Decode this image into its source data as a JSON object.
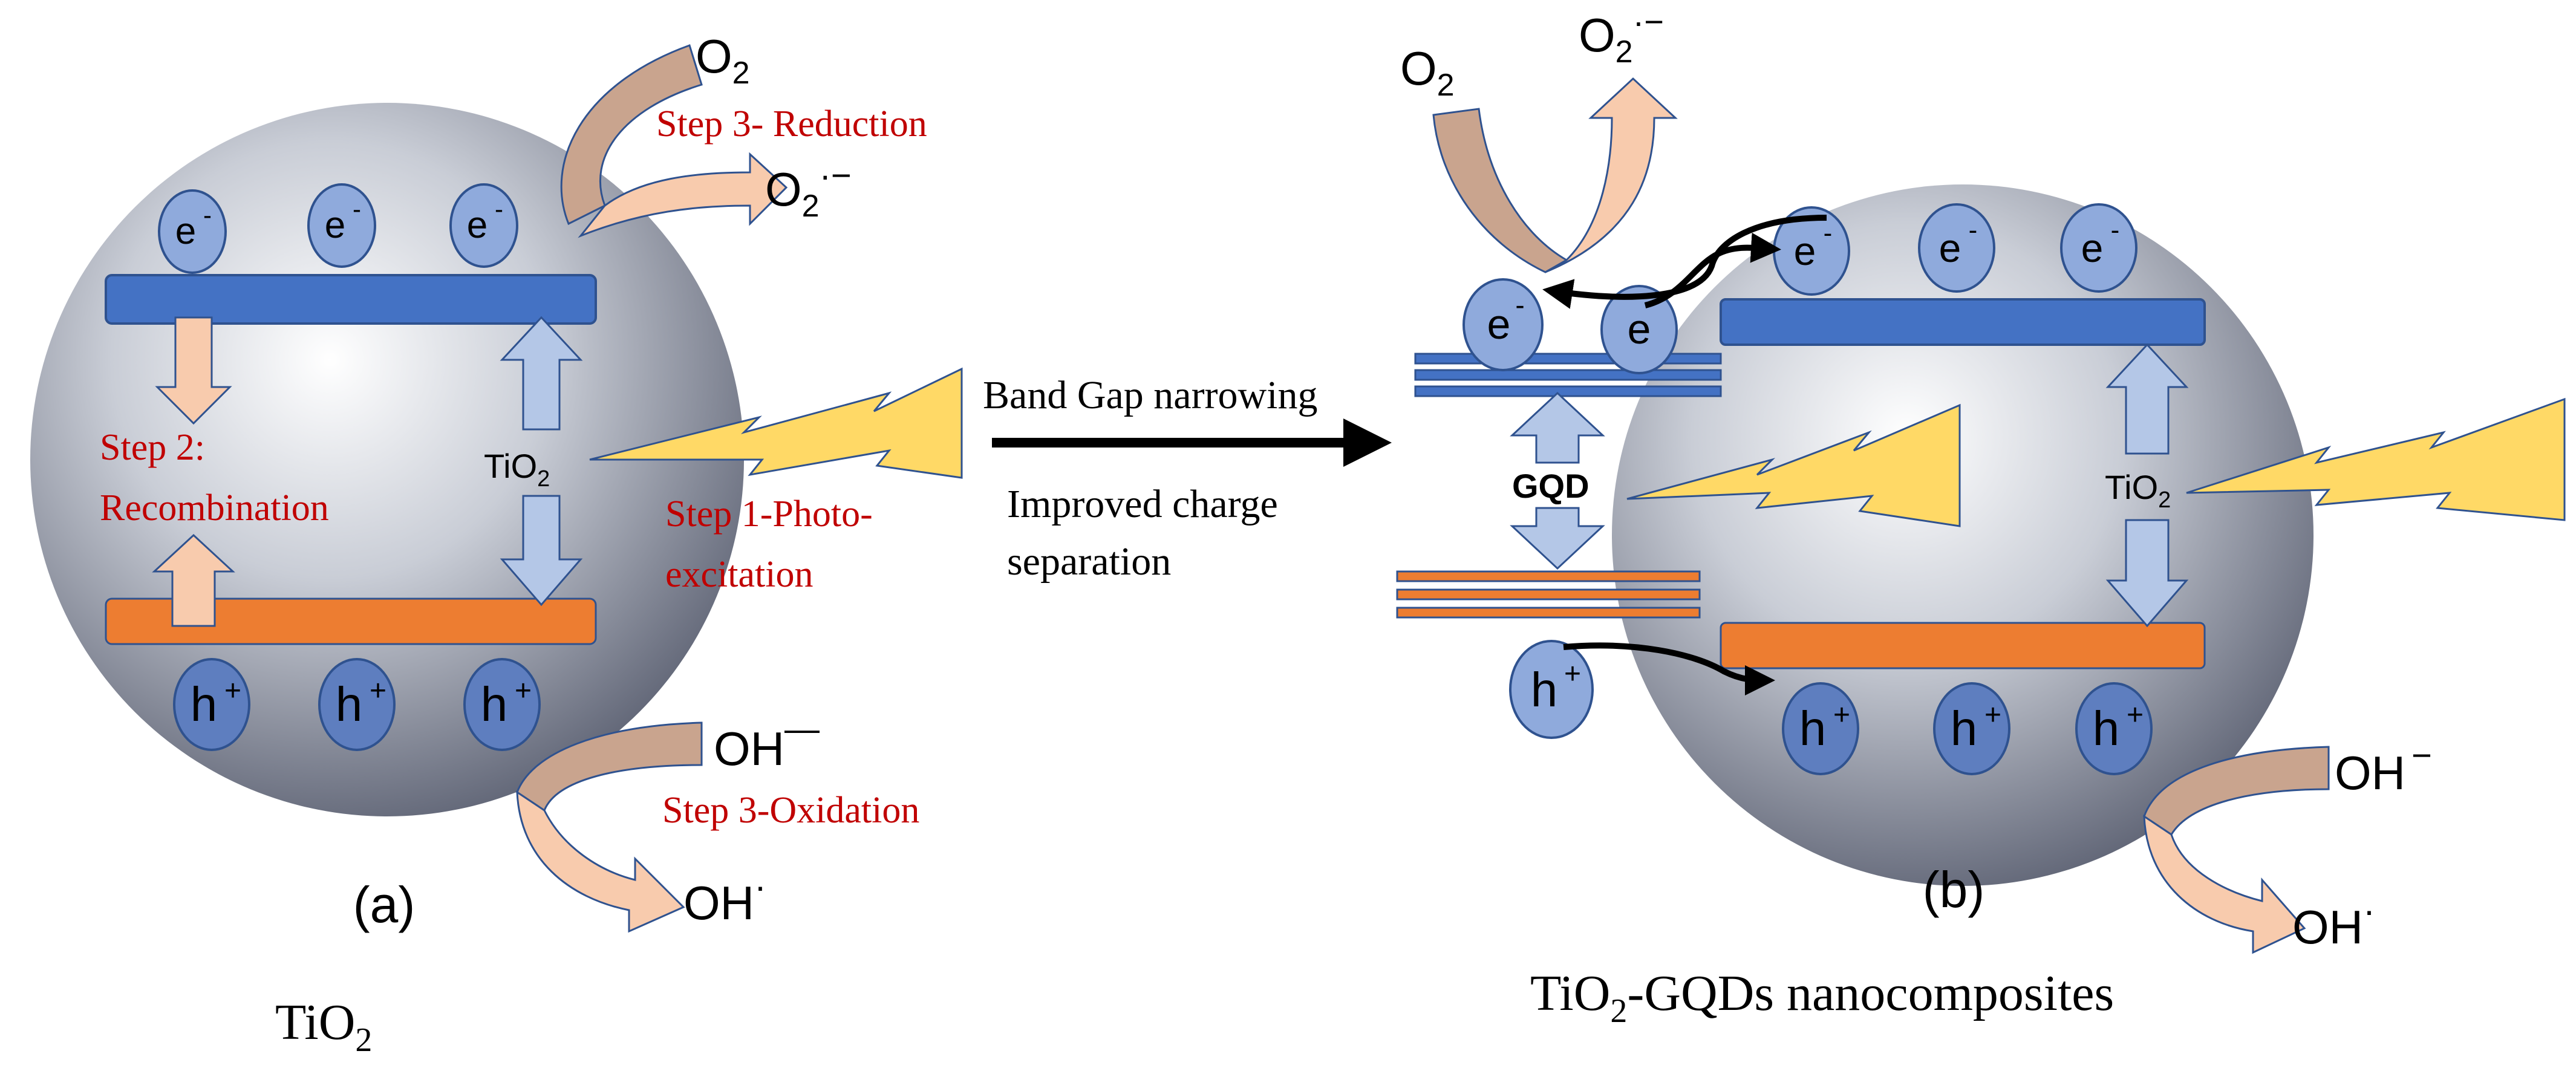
{
  "colors": {
    "cb": "#4472C4",
    "vb": "#ED7D31",
    "electron_fill": "#8FAADC",
    "hole_fill": "#5E7EBF",
    "particle_stroke": "#2F528F",
    "arrow_peach": "#F8CBAD",
    "arrow_tan": "#C9A48E",
    "arrow_blue": "#B4C7E7",
    "lightning": "#FFD966",
    "step_text": "#C00000",
    "sphere_light": "#FFFFFF",
    "sphere_mid": "#C9CDD6",
    "sphere_dark": "#5E6374"
  },
  "left_panel": {
    "electrons": [
      "e",
      "e",
      "e"
    ],
    "electron_sup": "-",
    "holes": [
      "h",
      "h",
      "h"
    ],
    "hole_sup": "+",
    "material": {
      "main": "TiO",
      "sub": "2"
    },
    "reduction": {
      "reactant": {
        "main": "O",
        "sub": "2"
      },
      "product": {
        "main": "O",
        "sub": "2",
        "sup": "·−"
      },
      "label": "Step 3- Reduction"
    },
    "recombination": {
      "line1": "Step 2:",
      "line2": "Recombination"
    },
    "photoexcitation": {
      "line1": "Step 1-Photo-",
      "line2": "excitation"
    },
    "oxidation": {
      "reactant": {
        "main": "OH",
        "sup": "—"
      },
      "product": {
        "main": "OH",
        "sup": "·"
      },
      "label": "Step 3-Oxidation"
    },
    "panel_label": "(a)",
    "caption": {
      "main": "TiO",
      "sub": "2"
    }
  },
  "middle": {
    "line1": "Band Gap narrowing",
    "line2": "Improved charge",
    "line3": "separation"
  },
  "right_panel": {
    "reduction": {
      "reactant": {
        "main": "O",
        "sub": "2"
      },
      "product": {
        "main": "O",
        "sub": "2",
        "sup": "·−"
      }
    },
    "gqd_electrons": [
      "e",
      "e"
    ],
    "gqd_electron_sup": "-",
    "electrons": [
      "e",
      "e",
      "e"
    ],
    "electron_sup": "-",
    "gqd_label": "GQD",
    "gqd_hole": "h",
    "gqd_hole_sup": "+",
    "holes": [
      "h",
      "h",
      "h"
    ],
    "hole_sup": "+",
    "material": {
      "main": "TiO",
      "sub": "2"
    },
    "oxidation": {
      "reactant": {
        "main": "OH",
        "sup": "−"
      },
      "product": {
        "main": "OH",
        "sup": "·"
      }
    },
    "panel_label": "(b)",
    "caption": {
      "main": "TiO",
      "sub": "2",
      "rest": "-GQDs nanocomposites"
    }
  }
}
